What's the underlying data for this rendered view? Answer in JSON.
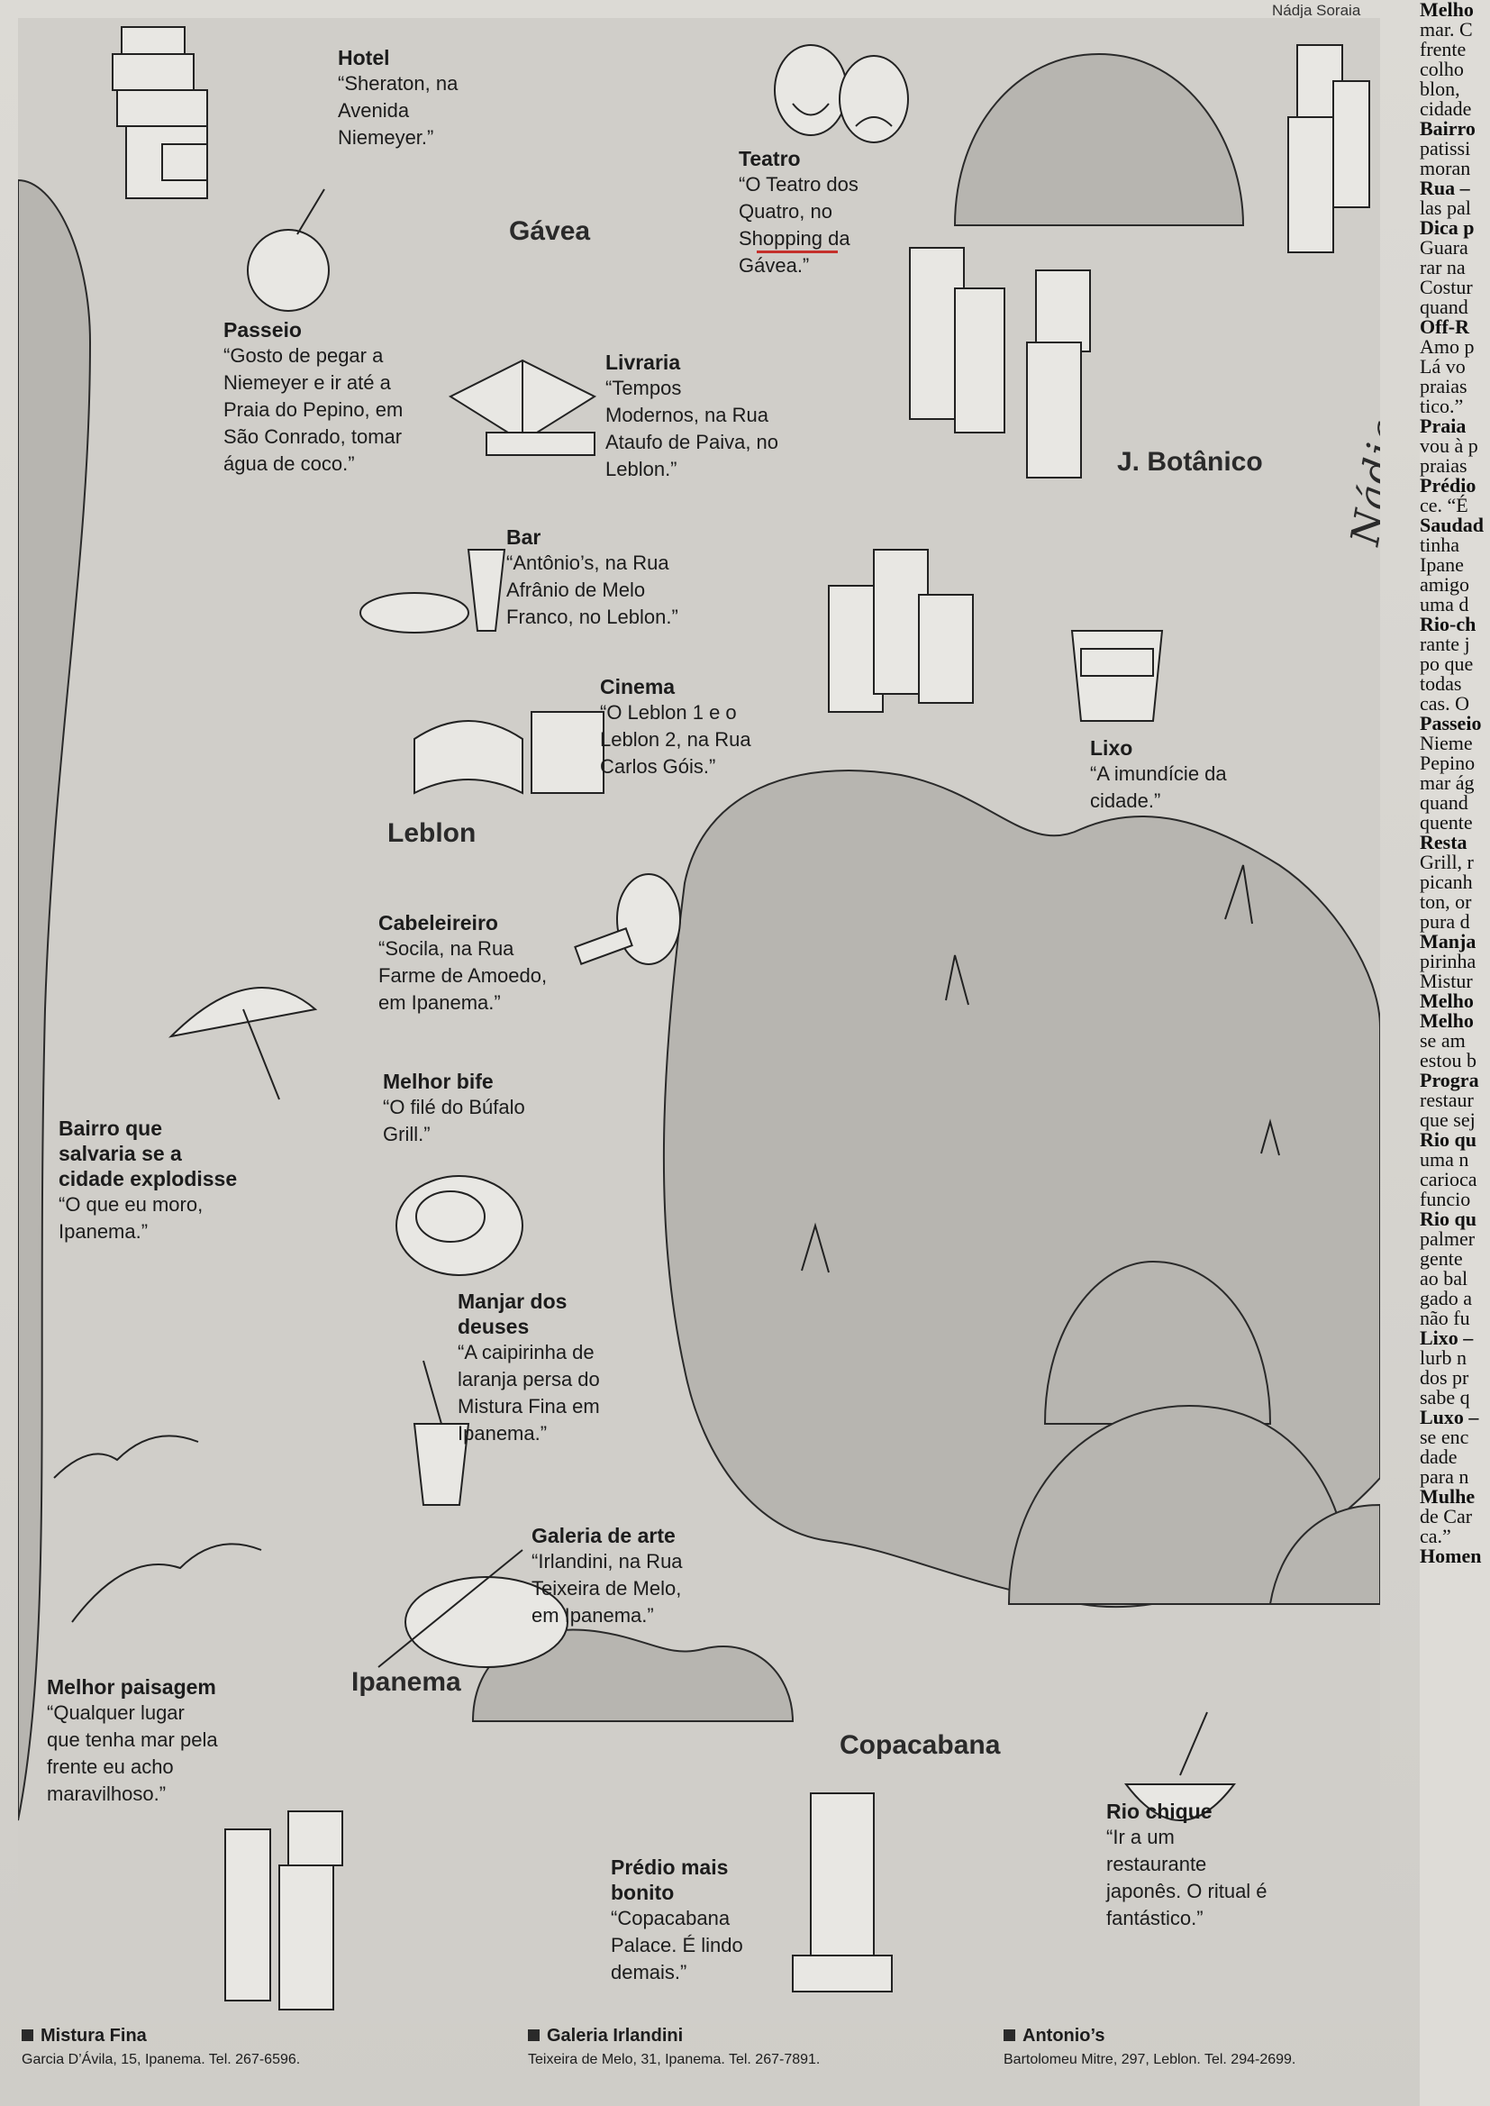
{
  "credit": {
    "top": "Nádja Soraia",
    "signature": "Nádja Soraia"
  },
  "neighborhoods": {
    "gavea": "Gávea",
    "jbotanico": "J. Botânico",
    "leblon": "Leblon",
    "ipanema": "Ipanema",
    "copacabana": "Copacabana"
  },
  "items": [
    {
      "title": "Hotel",
      "lines": [
        "“Sheraton, na",
        "Avenida",
        "Niemeyer.”"
      ]
    },
    {
      "title": "Teatro",
      "lines": [
        "“O Teatro dos",
        "Quatro, no",
        "Shopping da",
        "Gávea.”"
      ]
    },
    {
      "title": "Passeio",
      "lines": [
        "“Gosto de pegar a",
        "Niemeyer e ir até a",
        "Praia do Pepino, em",
        "São Conrado, tomar",
        "água de coco.”"
      ]
    },
    {
      "title": "Livraria",
      "lines": [
        "“Tempos",
        "Modernos, na Rua",
        "Ataufo de Paiva, no",
        "Leblon.”"
      ]
    },
    {
      "title": "Bar",
      "lines": [
        "“Antônio’s, na Rua",
        "Afrânio de Melo",
        "Franco, no Leblon.”"
      ]
    },
    {
      "title": "Cinema",
      "lines": [
        "“O Leblon 1 e o",
        "Leblon 2, na Rua",
        "Carlos Góis.”"
      ]
    },
    {
      "title": "Lixo",
      "lines": [
        "“A imundície da",
        "cidade.”"
      ]
    },
    {
      "title": "Cabeleireiro",
      "lines": [
        "“Socila, na Rua",
        "Farme de Amoedo,",
        "em Ipanema.”"
      ]
    },
    {
      "title": "Melhor bife",
      "lines": [
        "“O filé do Búfalo",
        "Grill.”"
      ]
    },
    {
      "title": "Bairro que",
      "title2": "salvaria se a",
      "title3": "cidade explodisse",
      "lines": [
        "“O que eu moro,",
        "Ipanema.”"
      ]
    },
    {
      "title": "Manjar dos",
      "title2": "deuses",
      "lines": [
        "“A caipirinha de",
        "laranja persa do",
        "Mistura Fina em",
        "Ipanema.”"
      ]
    },
    {
      "title": "Galeria de arte",
      "lines": [
        "“Irlandini, na Rua",
        "Teixeira de Melo,",
        "em Ipanema.”"
      ]
    },
    {
      "title": "Melhor paisagem",
      "lines": [
        "“Qualquer lugar",
        "que tenha mar pela",
        "frente eu acho",
        "maravilhoso.”"
      ]
    },
    {
      "title": "Prédio mais",
      "title2": "bonito",
      "lines": [
        "“Copacabana",
        "Palace. É lindo",
        "demais.”"
      ]
    },
    {
      "title": "Rio chique",
      "lines": [
        "“Ir a um",
        "restaurante",
        "japonês. O ritual é",
        "fantástico.”"
      ]
    }
  ],
  "footer": [
    {
      "name": "Mistura Fina",
      "address": "Garcia D’Ávila, 15, Ipanema. Tel. 267-6596."
    },
    {
      "name": "Galeria Irlandini",
      "address": "Teixeira de Melo, 31, Ipanema. Tel. 267-7891."
    },
    {
      "name": "Antonio’s",
      "address": "Bartolomeu Mitre, 297, Leblon. Tel. 294-2699."
    }
  ],
  "side_column": [
    {
      "b": "Melho",
      "t": ""
    },
    {
      "b": "",
      "t": "mar. C"
    },
    {
      "b": "",
      "t": "frente"
    },
    {
      "b": "",
      "t": "colho"
    },
    {
      "b": "",
      "t": "blon,"
    },
    {
      "b": "",
      "t": "cidade"
    },
    {
      "b": "Bairro",
      "t": ""
    },
    {
      "b": "",
      "t": "patissi"
    },
    {
      "b": "",
      "t": "moran"
    },
    {
      "b": "Rua –",
      "t": ""
    },
    {
      "b": "",
      "t": "las pal"
    },
    {
      "b": "Dica p",
      "t": ""
    },
    {
      "b": "",
      "t": "Guara"
    },
    {
      "b": "",
      "t": "rar na"
    },
    {
      "b": "",
      "t": "Costur"
    },
    {
      "b": "",
      "t": "quand"
    },
    {
      "b": "Off-R",
      "t": ""
    },
    {
      "b": "",
      "t": "Amo p"
    },
    {
      "b": "",
      "t": "Lá vo"
    },
    {
      "b": "",
      "t": "praias"
    },
    {
      "b": "",
      "t": "tico.”"
    },
    {
      "b": "Praia",
      "t": ""
    },
    {
      "b": "",
      "t": "vou à p"
    },
    {
      "b": "",
      "t": "praias"
    },
    {
      "b": "Prédio",
      "t": ""
    },
    {
      "b": "",
      "t": "ce. “É"
    },
    {
      "b": "Saudad",
      "t": ""
    },
    {
      "b": "",
      "t": "tinha"
    },
    {
      "b": "",
      "t": "Ipane"
    },
    {
      "b": "",
      "t": "amigo"
    },
    {
      "b": "",
      "t": "uma d"
    },
    {
      "b": "Rio-ch",
      "t": ""
    },
    {
      "b": "",
      "t": "rante j"
    },
    {
      "b": "",
      "t": "po que"
    },
    {
      "b": "",
      "t": "todas"
    },
    {
      "b": "",
      "t": "cas. O"
    },
    {
      "b": "Passeio",
      "t": ""
    },
    {
      "b": "",
      "t": "Nieme"
    },
    {
      "b": "",
      "t": "Pepino"
    },
    {
      "b": "",
      "t": "mar ág"
    },
    {
      "b": "",
      "t": "quand"
    },
    {
      "b": "",
      "t": "quente"
    },
    {
      "b": "Resta",
      "t": ""
    },
    {
      "b": "",
      "t": "Grill, r"
    },
    {
      "b": "",
      "t": "picanh"
    },
    {
      "b": "",
      "t": "ton, or"
    },
    {
      "b": "",
      "t": "pura d"
    },
    {
      "b": "Manja",
      "t": ""
    },
    {
      "b": "",
      "t": "pirinha"
    },
    {
      "b": "",
      "t": "Mistur"
    },
    {
      "b": "Melho",
      "t": ""
    },
    {
      "b": "Melho",
      "t": ""
    },
    {
      "b": "",
      "t": "se am"
    },
    {
      "b": "",
      "t": "estou b"
    },
    {
      "b": "Progra",
      "t": ""
    },
    {
      "b": "",
      "t": "restaur"
    },
    {
      "b": "",
      "t": "que sej"
    },
    {
      "b": "Rio qu",
      "t": ""
    },
    {
      "b": "",
      "t": "uma n"
    },
    {
      "b": "",
      "t": "carioca"
    },
    {
      "b": "",
      "t": "funcio"
    },
    {
      "b": "Rio qu",
      "t": ""
    },
    {
      "b": "",
      "t": "palmer"
    },
    {
      "b": "",
      "t": "gente"
    },
    {
      "b": "",
      "t": "ao bal"
    },
    {
      "b": "",
      "t": "gado a"
    },
    {
      "b": "",
      "t": "não fu"
    },
    {
      "b": "Lixo –",
      "t": ""
    },
    {
      "b": "",
      "t": "lurb n"
    },
    {
      "b": "",
      "t": "dos pr"
    },
    {
      "b": "",
      "t": "sabe q"
    },
    {
      "b": "Luxo –",
      "t": ""
    },
    {
      "b": "",
      "t": "se enc"
    },
    {
      "b": "",
      "t": "dade"
    },
    {
      "b": "",
      "t": "para n"
    },
    {
      "b": "Mulhe",
      "t": ""
    },
    {
      "b": "",
      "t": "de Car"
    },
    {
      "b": "",
      "t": "ca.”"
    },
    {
      "b": "Homen",
      "t": ""
    }
  ]
}
